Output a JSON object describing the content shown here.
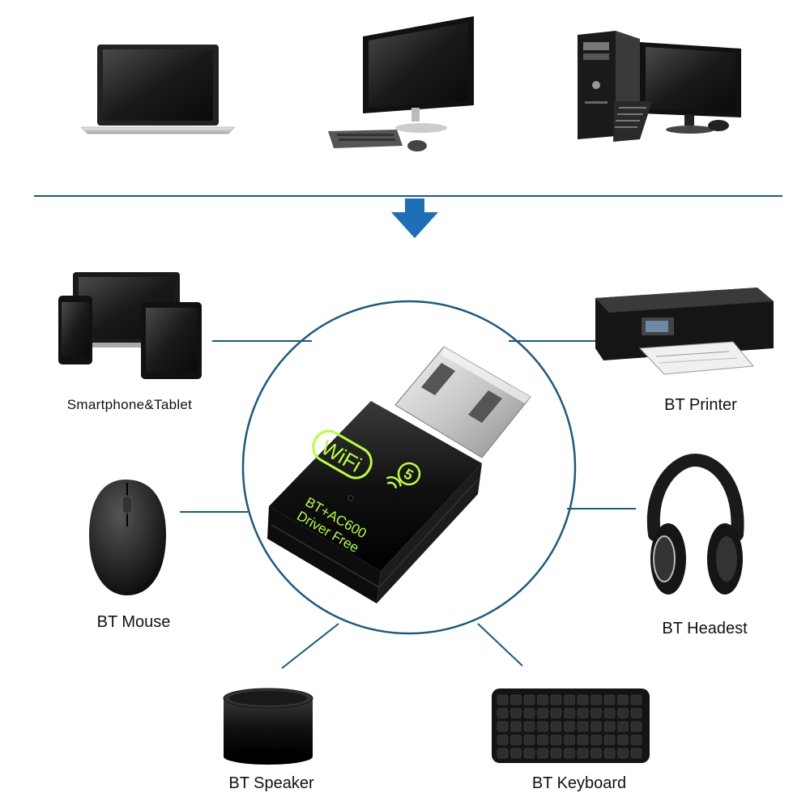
{
  "labels": {
    "smartphone_tablet": "Smartphone&Tablet",
    "printer": "BT Printer",
    "mouse": "BT Mouse",
    "headest": "BT Headest",
    "speaker": "BT Speaker",
    "keyboard": "BT Keyboard"
  },
  "adapter": {
    "wifi_text": "WiFi",
    "wifi_gen": "5",
    "line1": "BT+AC600",
    "line2": "Driver Free"
  },
  "colors": {
    "accent_blue": "#1f6fb8",
    "line_blue": "#1a5a80",
    "adapter_green": "#b8ff3a"
  }
}
